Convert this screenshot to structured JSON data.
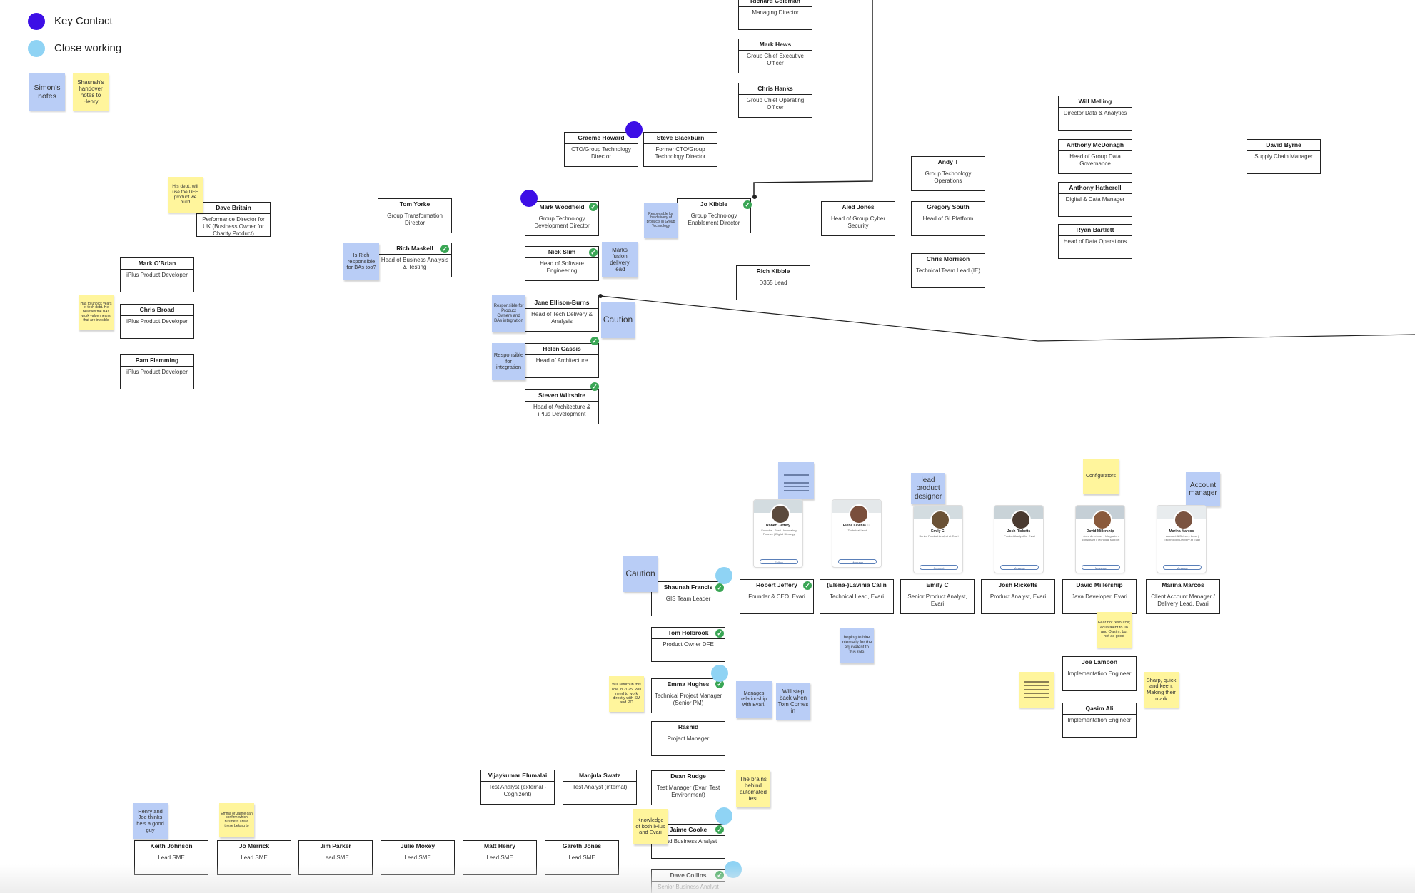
{
  "legend": {
    "key_contact": {
      "label": "Key Contact",
      "color": "#3d0fe6"
    },
    "close_working": {
      "label": "Close working",
      "color": "#8fd3f4"
    }
  },
  "people": [
    {
      "name": "Richard Coleman",
      "role": "Managing Director"
    },
    {
      "name": "Mark Hews",
      "role": "Group Chief Executive Officer"
    },
    {
      "name": "Chris Hanks",
      "role": "Group Chief Operating Officer"
    },
    {
      "name": "Graeme Howard",
      "role": "CTO/Group Technology Director"
    },
    {
      "name": "Steve Blackburn",
      "role": "Former CTO/Group Technology Director"
    },
    {
      "name": "Will Melling",
      "role": "Director Data & Analytics"
    },
    {
      "name": "Anthony McDonagh",
      "role": "Head of Group Data Governance"
    },
    {
      "name": "Anthony Hatherell",
      "role": "Digital & Data Manager"
    },
    {
      "name": "Ryan Bartlett",
      "role": "Head of Data Operations"
    },
    {
      "name": "David Byrne",
      "role": "Supply Chain Manager"
    },
    {
      "name": "Andy T",
      "role": "Group Technology Operations"
    },
    {
      "name": "Gregory South",
      "role": "Head of GI Platform"
    },
    {
      "name": "Chris Morrison",
      "role": "Technical Team Lead (IE)"
    },
    {
      "name": "Aled Jones",
      "role": "Head of Group Cyber Security"
    },
    {
      "name": "Jo Kibble",
      "role": "Group Technology Enablement Director"
    },
    {
      "name": "Rich Kibble",
      "role": "D365 Lead"
    },
    {
      "name": "Mark Woodfield",
      "role": "Group Technology Development Director"
    },
    {
      "name": "Nick Slim",
      "role": "Head of Software Engineering"
    },
    {
      "name": "Jane Ellison-Burns",
      "role": "Head of Tech Delivery & Analysis"
    },
    {
      "name": "Helen Gassis",
      "role": "Head of Architecture"
    },
    {
      "name": "Steven Wiltshire",
      "role": "Head of Architecture & iPlus Development"
    },
    {
      "name": "Tom Yorke",
      "role": "Group Transformation Director"
    },
    {
      "name": "Rich Maskell",
      "role": "Head of Business Analysis & Testing"
    },
    {
      "name": "Dave Britain",
      "role": "Performance Director for UK (Business Owner for Charity Product)"
    },
    {
      "name": "Mark O'Brian",
      "role": "iPlus Product Developer"
    },
    {
      "name": "Chris Broad",
      "role": "iPlus Product Developer"
    },
    {
      "name": "Pam Flemming",
      "role": "iPlus Product Developer"
    },
    {
      "name": "Shaunah Francis",
      "role": "GIS Team Leader"
    },
    {
      "name": "Tom Holbrook",
      "role": "Product Owner DFE"
    },
    {
      "name": "Emma Hughes",
      "role": "Technical Project Manager (Senior PM)"
    },
    {
      "name": "Rashid",
      "role": "Project Manager"
    },
    {
      "name": "Dean Rudge",
      "role": "Test Manager (Evari Test Environment)"
    },
    {
      "name": "Jaime Cooke",
      "role": "Lead Business Analyst"
    },
    {
      "name": "Dave Collins",
      "role": "Senior Business Analyst"
    },
    {
      "name": "Vijaykumar Elumalai",
      "role": "Test Analyst (external - Cognizent)"
    },
    {
      "name": "Manjula Swatz",
      "role": "Test Analyst (internal)"
    },
    {
      "name": "Robert Jeffery",
      "role": "Founder & CEO, Evari"
    },
    {
      "name": "(Elena-)Lavinia Calin",
      "role": "Technical Lead, Evari"
    },
    {
      "name": "Emily C",
      "role": "Senior Product Analyst, Evari"
    },
    {
      "name": "Josh Ricketts",
      "role": "Product Analyst, Evari"
    },
    {
      "name": "David Millership",
      "role": "Java Developer, Evari"
    },
    {
      "name": "Marina Marcos",
      "role": "Client Account Manager / Delivery Lead, Evari"
    },
    {
      "name": "Joe Lambon",
      "role": "Implementation Engineer"
    },
    {
      "name": "Qasim Ali",
      "role": "Implementation Engineer"
    },
    {
      "name": "Keith Johnson",
      "role": "Lead SME"
    },
    {
      "name": "Jo Merrick",
      "role": "Lead SME"
    },
    {
      "name": "Jim Parker",
      "role": "Lead SME"
    },
    {
      "name": "Julie Moxey",
      "role": "Lead SME"
    },
    {
      "name": "Matt Henry",
      "role": "Lead SME"
    },
    {
      "name": "Gareth Jones",
      "role": "Lead SME"
    }
  ],
  "notes": [
    {
      "text": "Simon's notes",
      "color": "blue"
    },
    {
      "text": "Shaunah's handover notes to Henry",
      "color": "yellow"
    },
    {
      "text": "His dept. will use the DFE product we build",
      "color": "yellow"
    },
    {
      "text": "Is Rich responsible for BAs too?",
      "color": "blue"
    },
    {
      "text": "Responsible for the delivery of products in Group Technology",
      "color": "blue"
    },
    {
      "text": "Marks fusion delivery lead",
      "color": "blue"
    },
    {
      "text": "Responsible for Product Owners and BAs integration",
      "color": "blue"
    },
    {
      "text": "Caution",
      "color": "blue"
    },
    {
      "text": "Responsible for integration",
      "color": "blue"
    },
    {
      "text": "Has to unpick years of tech debt. He believes the BAs work value means that are invisible",
      "color": "yellow"
    },
    {
      "text": "",
      "color": "blue"
    },
    {
      "text": "lead product designer",
      "color": "blue"
    },
    {
      "text": "Configurators",
      "color": "yellow"
    },
    {
      "text": "Account manager",
      "color": "blue"
    },
    {
      "text": "Caution",
      "color": "blue"
    },
    {
      "text": "hoping to hire internally for the equivalent to this role",
      "color": "blue"
    },
    {
      "text": "Fear not resource; equivalent to Jo and Qasim, but not as good",
      "color": "yellow"
    },
    {
      "text": "",
      "color": "yellow"
    },
    {
      "text": "Sharp, quick and keen. Making their mark",
      "color": "yellow"
    },
    {
      "text": "Will return in this role in 2025. Will need to work directly with SM and PO",
      "color": "yellow"
    },
    {
      "text": "Manages relationship with Evari.",
      "color": "blue"
    },
    {
      "text": "Will step back when Tom Comes in",
      "color": "blue"
    },
    {
      "text": "The brains behind automated test",
      "color": "yellow"
    },
    {
      "text": "Knowledge of both iPlus and Evari",
      "color": "yellow"
    },
    {
      "text": "Henry and Joe thinks he's a good guy",
      "color": "blue"
    },
    {
      "text": "Emma or Jamie can confirm which business areas these belong to",
      "color": "yellow"
    }
  ],
  "profiles": [
    {
      "name": "Robert Jeffery",
      "headline": "Founder - Evari | Innovating Finance | Digital Strategy",
      "button": "Follow"
    },
    {
      "name": "Elena Lavinia C.",
      "headline": "Technical Lead",
      "button": "Message"
    },
    {
      "name": "Emily C.",
      "headline": "Senior Product Analyst at Evari",
      "button": "Connect"
    },
    {
      "name": "Josh Ricketts",
      "headline": "Product Analyst for Evari",
      "button": "Message"
    },
    {
      "name": "David Millership",
      "headline": "Java developer | Integration consultant | Technical support",
      "button": "Message"
    },
    {
      "name": "Marina Marcos",
      "headline": "Account & Delivery Lead | Technology Delivery at Evari",
      "button": "Message"
    }
  ]
}
